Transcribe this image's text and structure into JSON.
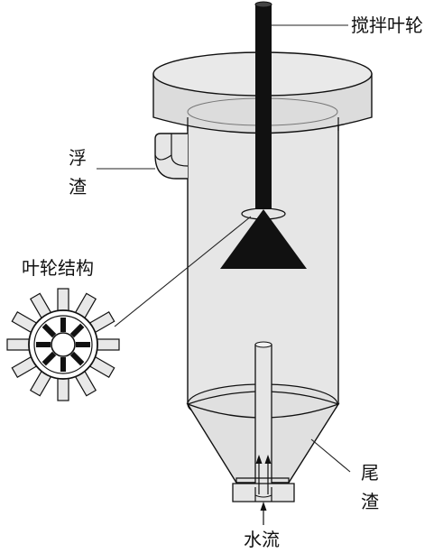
{
  "labels": {
    "agitator": "搅拌叶轮",
    "froth_line1": "浮",
    "froth_line2": "渣",
    "impeller_structure": "叶轮结构",
    "tailings_line1": "尾",
    "tailings_line2": "渣",
    "water_flow": "水流"
  },
  "colors": {
    "outline": "#111111",
    "shaft": "#111111",
    "body_fill": "#e6e6e6",
    "lid_fill": "#dcdcdc",
    "background": "#ffffff"
  }
}
